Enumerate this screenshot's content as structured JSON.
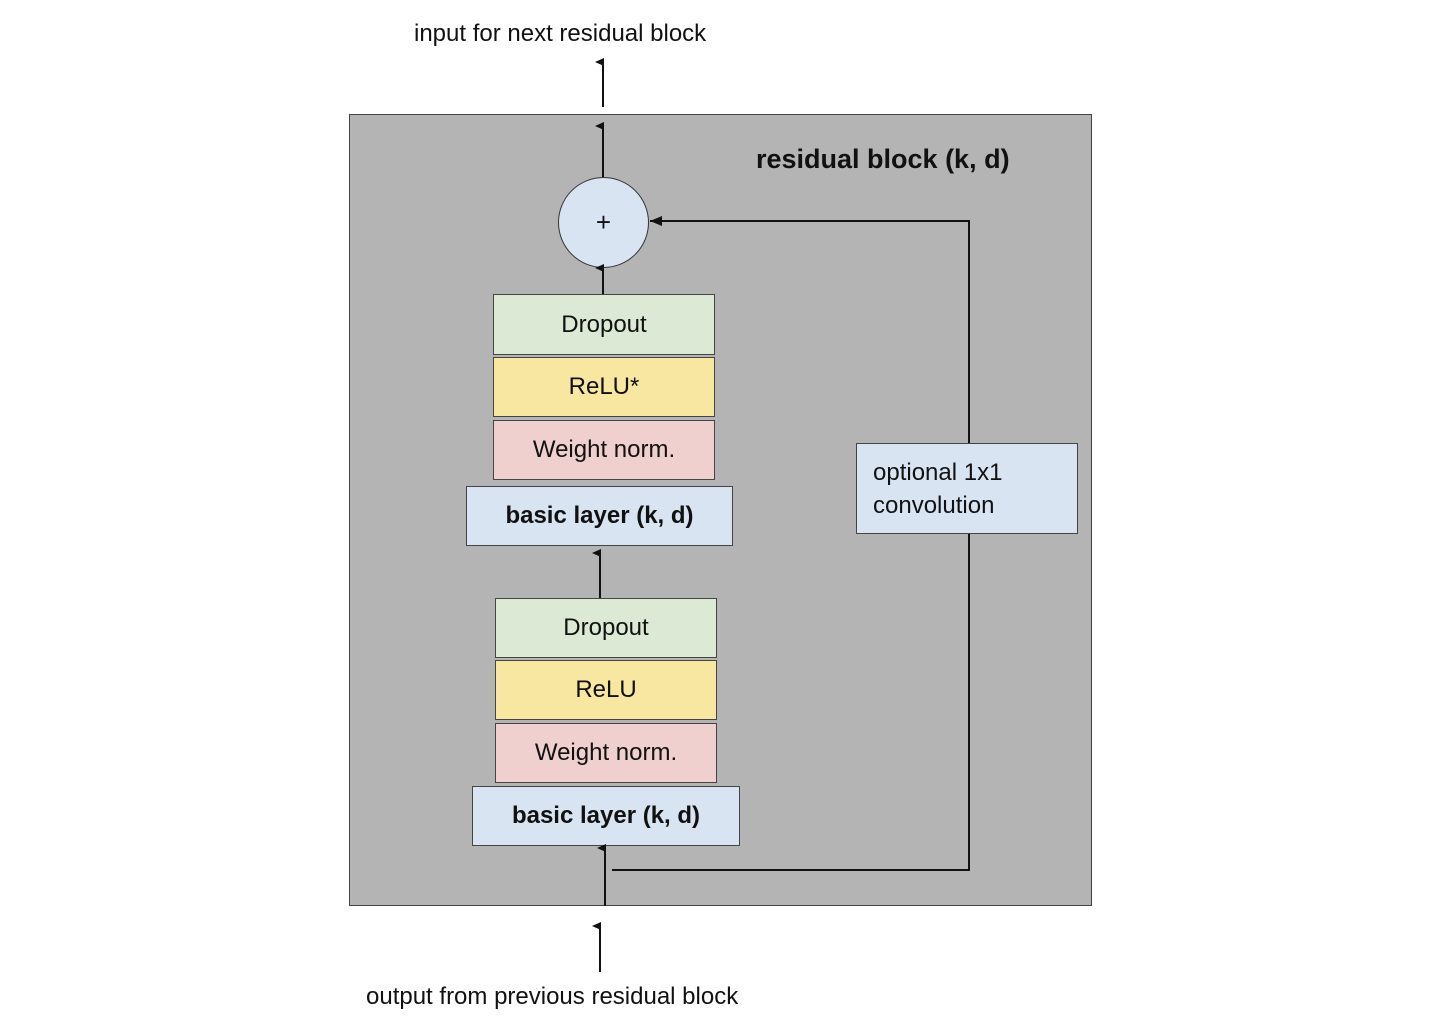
{
  "colors": {
    "block_bg": "#b4b4b4",
    "dropout": "#dce9d5",
    "relu": "#f8e7a1",
    "weight_norm": "#f0d0ce",
    "basic_layer": "#d9e4f3",
    "conv": "#d9e4f3",
    "sum_node": "#d9e4f3",
    "line": "#111111"
  },
  "labels": {
    "top_output": "input for next residual block",
    "bottom_input": "output from previous residual block",
    "block_title": "residual block (k, d)",
    "sum_symbol": "+",
    "conv_line1": "optional 1x1",
    "conv_line2": "convolution"
  },
  "upper_stack": {
    "dropout": "Dropout",
    "relu": "ReLU*",
    "weight_norm": "Weight norm.",
    "basic_layer": "basic layer (k, d)"
  },
  "lower_stack": {
    "dropout": "Dropout",
    "relu": "ReLU",
    "weight_norm": "Weight norm.",
    "basic_layer": "basic layer (k, d)"
  },
  "icons": {
    "arrowhead": "arrowhead-icon"
  }
}
